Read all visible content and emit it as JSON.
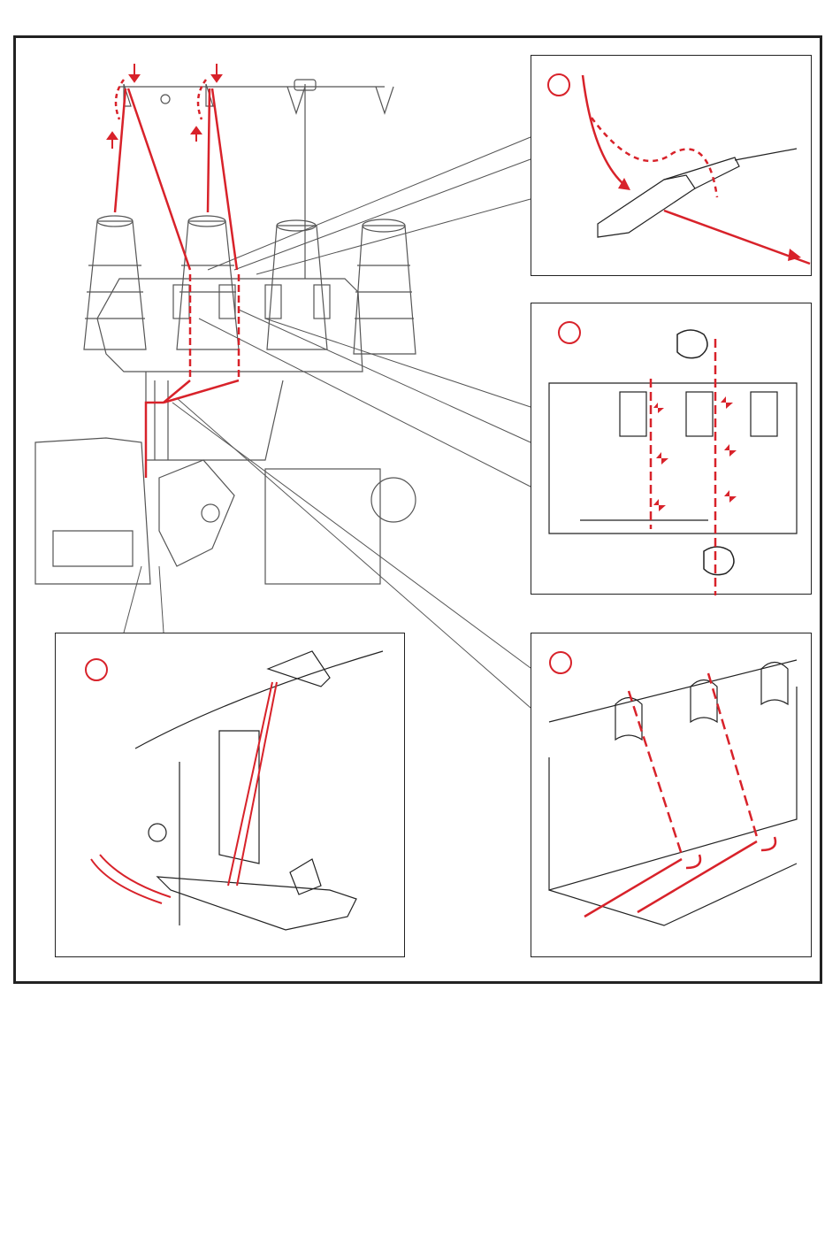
{
  "colors": {
    "thread": "#d8222a",
    "outline": "#222222",
    "machine_line": "#555555"
  },
  "icons": {
    "step_marker": "empty-red-circle",
    "direction": "red-arrow",
    "hand": "hand-outline-icon"
  },
  "steps": [
    {
      "id": "top-right",
      "number": ""
    },
    {
      "id": "mid-right",
      "number": ""
    },
    {
      "id": "bottom-left",
      "number": ""
    },
    {
      "id": "bottom-right",
      "number": ""
    }
  ]
}
